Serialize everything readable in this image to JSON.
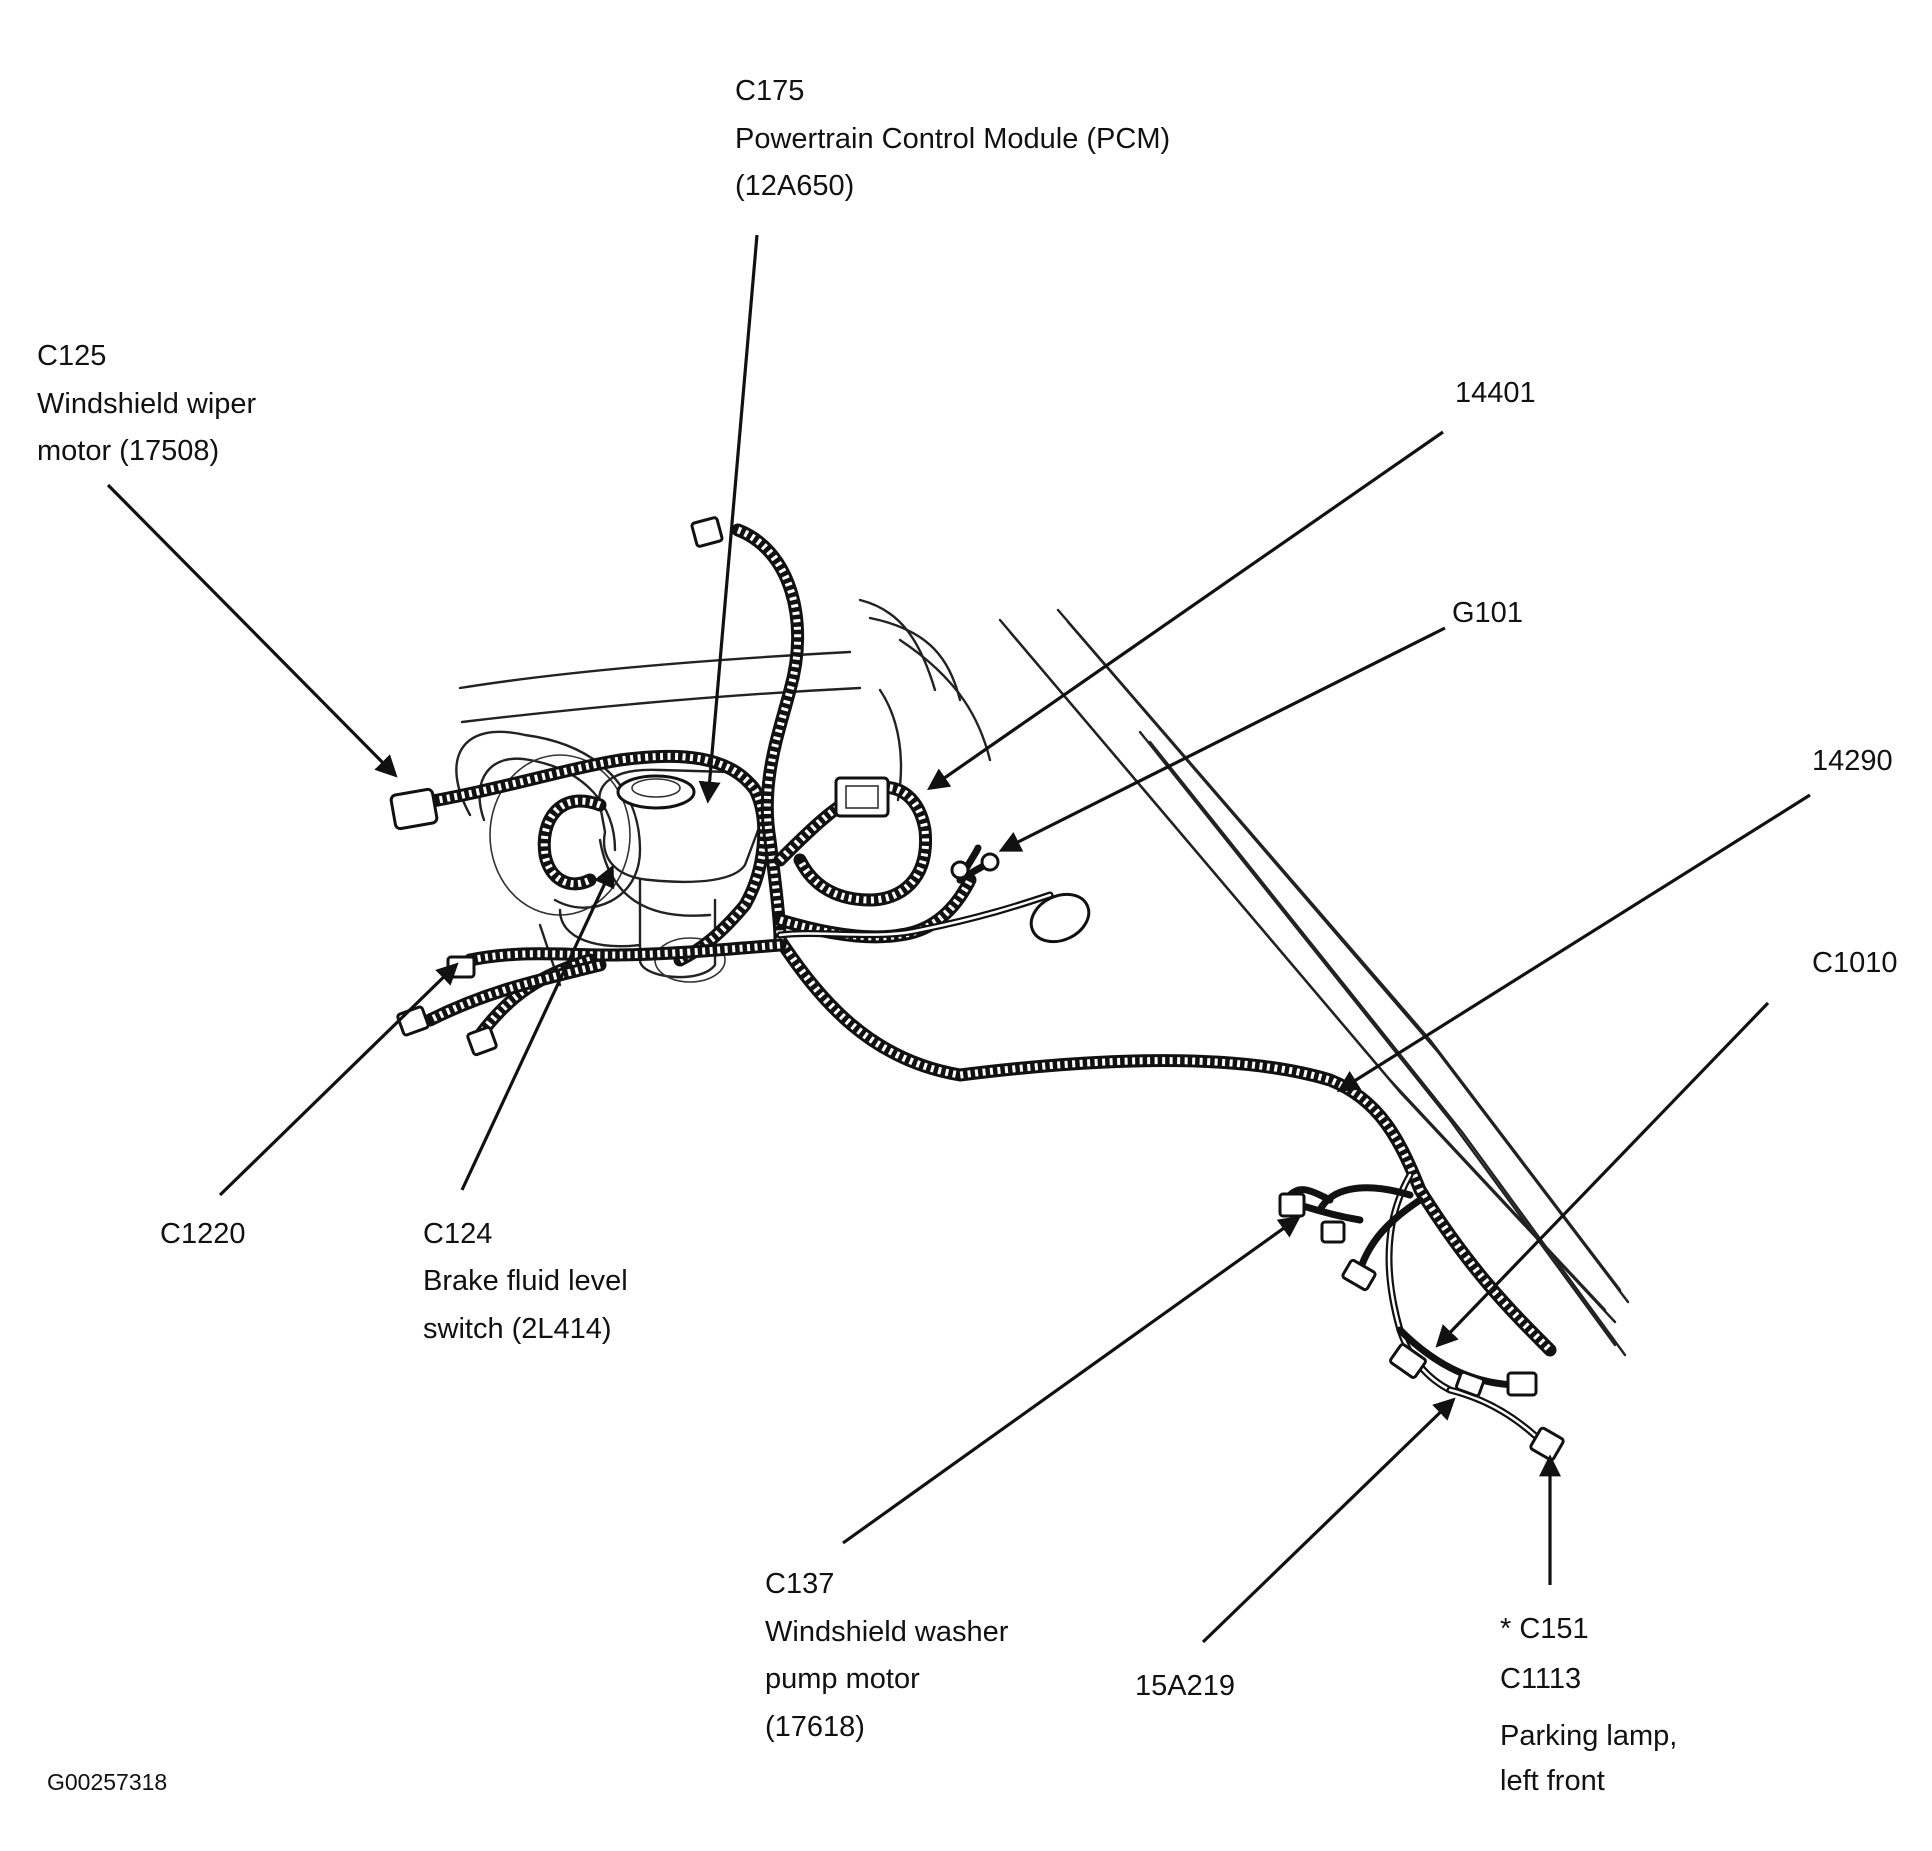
{
  "callouts": {
    "c175": [
      "C175",
      "Powertrain Control Module (PCM)",
      "(12A650)"
    ],
    "c125": [
      "C125",
      "Windshield wiper",
      "motor (17508)"
    ],
    "p14401": [
      "14401"
    ],
    "g101": [
      "G101"
    ],
    "p14290": [
      "14290"
    ],
    "c1010": [
      "C1010"
    ],
    "c1220": [
      "C1220"
    ],
    "c124": [
      "C124",
      "Brake fluid level",
      "switch (2L414)"
    ],
    "c137": [
      "C137",
      "Windshield washer",
      "pump motor",
      "(17618)"
    ],
    "p15a219": [
      "15A219"
    ],
    "c151": [
      "* C151",
      "C1113",
      "Parking lamp,",
      "left front"
    ]
  },
  "figure_id": "G00257318"
}
